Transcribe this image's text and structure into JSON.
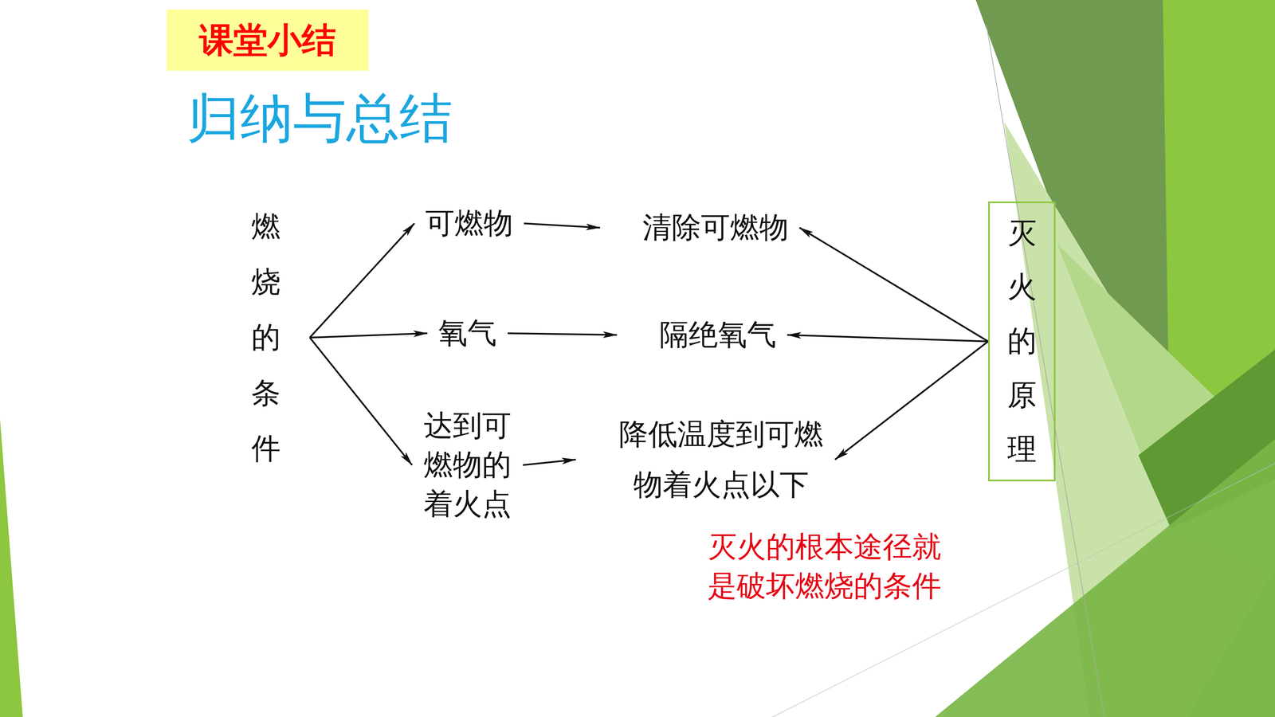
{
  "diagram": {
    "title": "归纳与总结",
    "nodes": [
      {
        "text": [
          "课堂小结"
        ]
      },
      {
        "text": [
          "燃烧的条件"
        ]
      },
      {
        "text": [
          "可燃物"
        ]
      },
      {
        "text": [
          "氧气"
        ]
      },
      {
        "text": [
          "达到可燃物的着火点"
        ]
      },
      {
        "text": [
          "清除可燃物"
        ]
      },
      {
        "text": [
          "隔绝氧气"
        ]
      },
      {
        "text": [
          "降低温度到可燃物着火点以下"
        ]
      },
      {
        "text": [
          "灭火的原理"
        ]
      }
    ],
    "edges": [
      {
        "from": 1,
        "to": 2,
        "arrow": "to"
      },
      {
        "from": 1,
        "to": 3,
        "arrow": "to"
      },
      {
        "from": 1,
        "to": 4,
        "arrow": "to"
      },
      {
        "from": 2,
        "to": 5,
        "arrow": "to"
      },
      {
        "from": 3,
        "to": 6,
        "arrow": "to"
      },
      {
        "from": 4,
        "to": 7,
        "arrow": "to"
      },
      {
        "from": 8,
        "to": 5,
        "arrow": "to"
      },
      {
        "from": 8,
        "to": 6,
        "arrow": "to"
      },
      {
        "from": 8,
        "to": 7,
        "arrow": "to"
      }
    ],
    "labels": [
      "灭火的根本途径就是破坏燃烧的条件"
    ]
  }
}
